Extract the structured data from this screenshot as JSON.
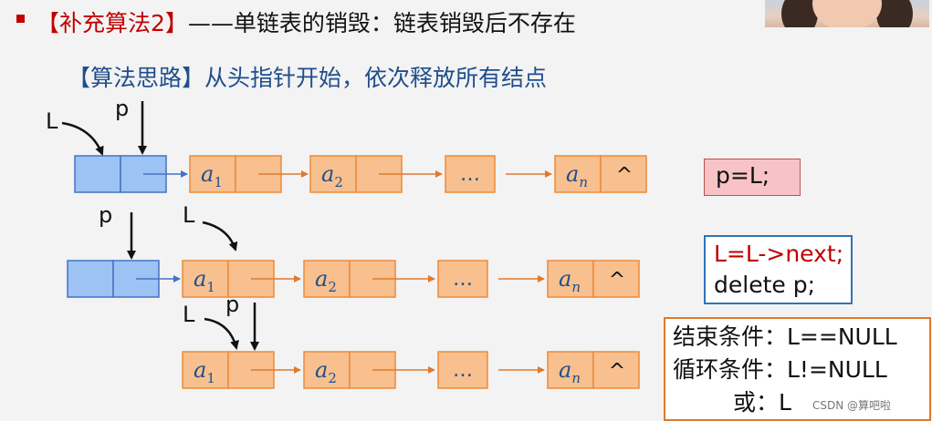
{
  "slide": {
    "title_prefix": "【补充算法2】",
    "title_rest": "——单链表的销毁：链表销毁后不存在",
    "idea": "【算法思路】从头指针开始，依次释放所有结点"
  },
  "diagram": {
    "pointer_L": "L",
    "pointer_p": "p",
    "node_a": "a",
    "sub_1": "1",
    "sub_2": "2",
    "sub_n": "n",
    "ellipsis": "…",
    "null_mark": "^"
  },
  "code": {
    "step1": "p=L;",
    "step2_line1": "L=L->next;",
    "step2_line2": "delete p;"
  },
  "conditions": {
    "end": "结束条件：L==NULL",
    "loop": "循环条件：L!=NULL",
    "or_prefix": "或：",
    "or_value": "L"
  },
  "watermark": "CSDN @算吧啦",
  "colors": {
    "head_fill": "#9dc3f4",
    "head_stroke": "#4472c4",
    "node_fill": "#f7c08e",
    "node_stroke": "#ed8a3a",
    "link_arrow": "#e07a2c",
    "blue_text": "#1f4e8c",
    "red_text": "#c00000"
  }
}
